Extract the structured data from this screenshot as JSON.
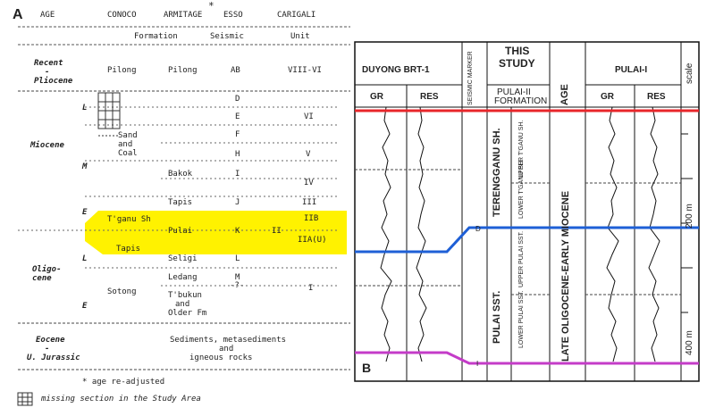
{
  "panelA": {
    "label": "A",
    "asterisk": "*",
    "headers": {
      "age": "AGE",
      "conoco": "CONOCO",
      "armitage": "ARMITAGE",
      "esso": "ESSO",
      "carigali": "CARIGALI"
    },
    "subheaders": {
      "formation": "Formation",
      "seismic": "Seismic",
      "unit": "Unit"
    },
    "ages": {
      "recent": "Recent",
      "dash1": "-",
      "pliocene": "Pliocene",
      "miocene": "Miocene",
      "oligocene1": "Oligo-",
      "oligocene2": "cene",
      "eocene": "Eocene",
      "dash2": "-",
      "jurassic": "U. Jurassic"
    },
    "sub_ages": {
      "L1": "L",
      "M": "M",
      "E1": "E",
      "L2": "L",
      "E2": "E"
    },
    "conoco": {
      "pilong": "Pilong",
      "sand": "Sand",
      "and": "and",
      "coal": "Coal",
      "tganu": "T'ganu Sh",
      "tapis": "Tapis",
      "sotong": "Sotong"
    },
    "armitage": {
      "pilong": "Pilong",
      "bakok": "Bakok",
      "tapis": "Tapis",
      "pulai": "Pulai",
      "seligi": "Seligi",
      "ledang": "Ledang",
      "tbukun": "T'bukun",
      "and": "and",
      "older": "Older Fm"
    },
    "esso": {
      "ab": "AB",
      "d": "D",
      "e": "E",
      "f": "F",
      "h": "H",
      "i": "I",
      "j": "J",
      "k": "K",
      "l": "L",
      "m": "M",
      "q": "-?-"
    },
    "carigali": {
      "viii": "VIII-VI",
      "vi": "VI",
      "v": "V",
      "iv": "IV",
      "iii": "III",
      "iib": "IIB",
      "ii": "II",
      "iia": "IIA(U)",
      "i": "I"
    },
    "basement": {
      "l1": "Sediments, metasediments",
      "l2": "and",
      "l3": "igneous rocks"
    },
    "footnote1": "* age re-adjusted",
    "footnote2": "missing section in the Study Area",
    "highlight_color": "#fff200"
  },
  "panelB": {
    "label": "B",
    "duyong": "DUYONG BRT-1",
    "gr1": "GR",
    "res1": "RES",
    "seismic": "SEISMIC MARKER",
    "this_study1": "THIS",
    "this_study2": "STUDY",
    "pulai_form1": "PULAI-II",
    "pulai_form2": "FORMATION",
    "age": "AGE",
    "pulai1": "PULAI-I",
    "gr2": "GR",
    "res2": "RES",
    "scale": "scale",
    "terengganu": "TERENGGANU SH.",
    "pulai_sst": "PULAI SST.",
    "upper_tganu": "UPPER T'GANU SH.",
    "lower_tganu": "LOWER T'GANU SH.",
    "upper_pulai": "UPPER PULAI SST.",
    "lower_pulai": "LOWER PULAI SST.",
    "age_text": "LATE OLIGOCENE-EARLY MIOCENE",
    "marker_d": "D",
    "marker_i": "I",
    "m200": "200 m",
    "m400": "400 m",
    "colors": {
      "red": "#e8262a",
      "blue": "#1e5fd6",
      "magenta": "#c43cc8"
    }
  }
}
